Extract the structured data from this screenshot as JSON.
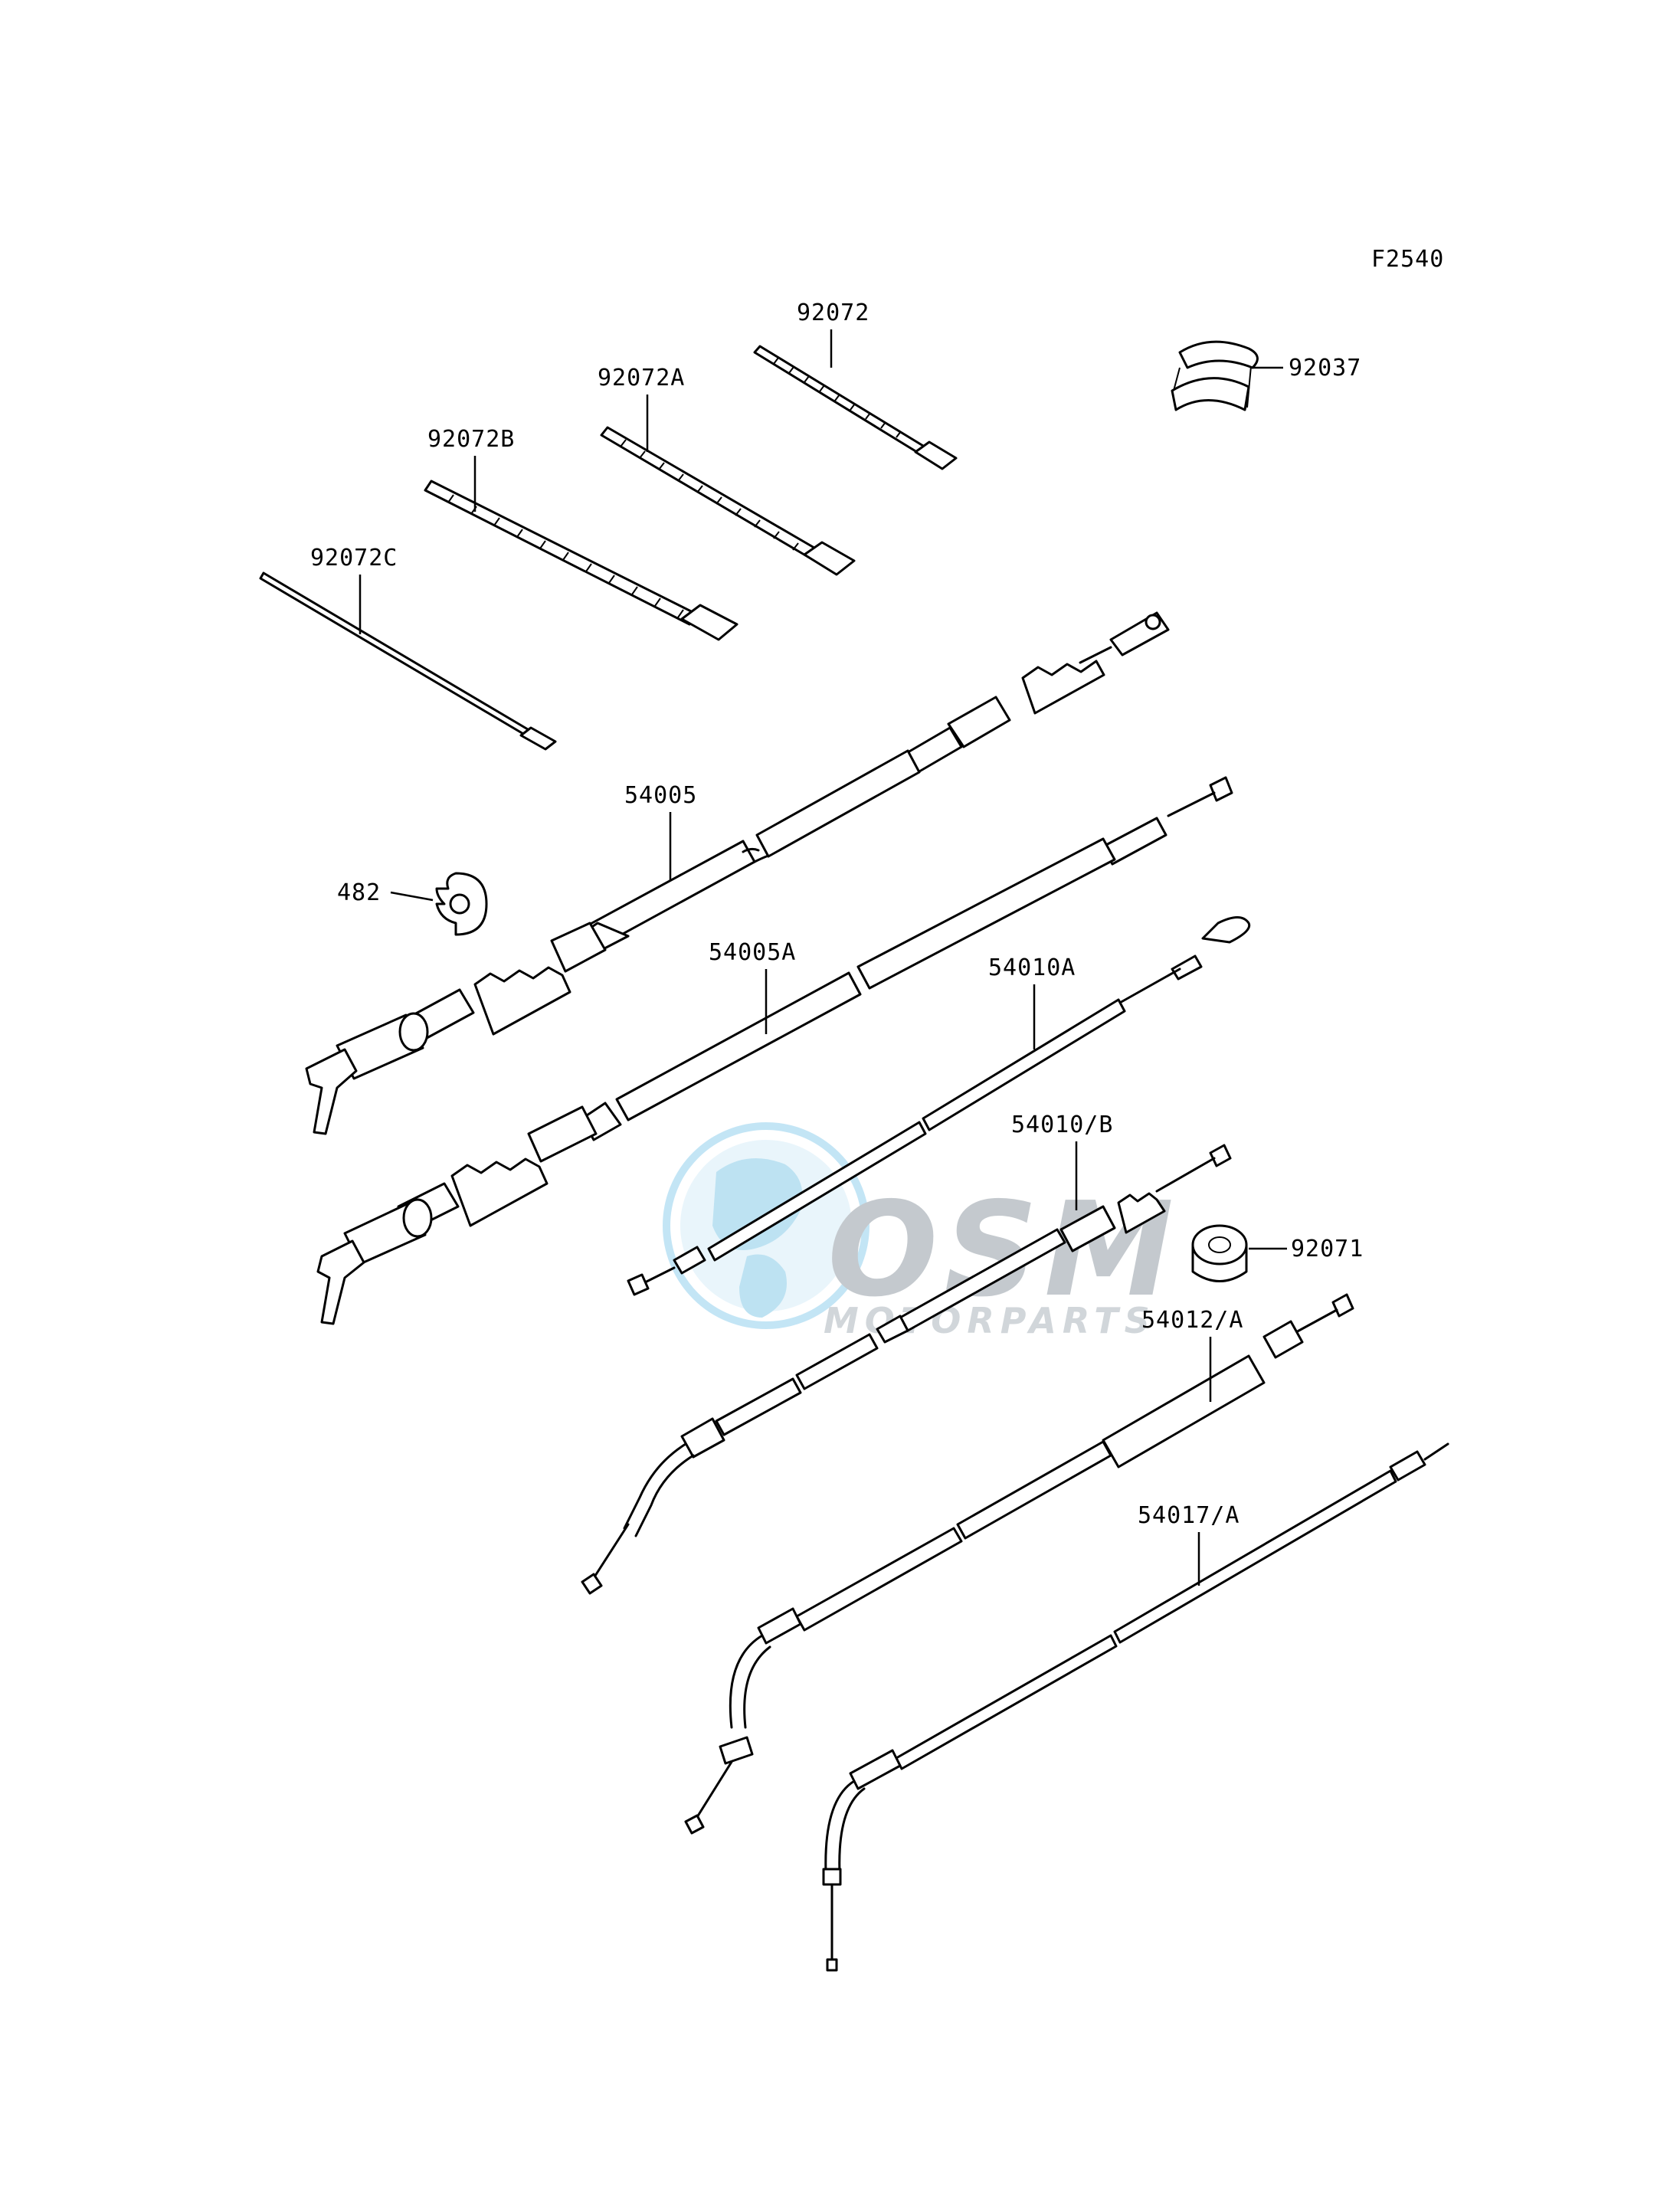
{
  "figure_code": "F2540",
  "labels": {
    "p92072": "92072",
    "p92072A": "92072A",
    "p92072B": "92072B",
    "p92072C": "92072C",
    "p92037": "92037",
    "p54005": "54005",
    "p482": "482",
    "p54005A": "54005A",
    "p54010A": "54010A",
    "p54010B": "54010/B",
    "p92071": "92071",
    "p54012A": "54012/A",
    "p54017A": "54017/A"
  },
  "watermark": {
    "brand": "OSM",
    "sub": "MOTORPARTS",
    "color": "#6ec1e4"
  }
}
